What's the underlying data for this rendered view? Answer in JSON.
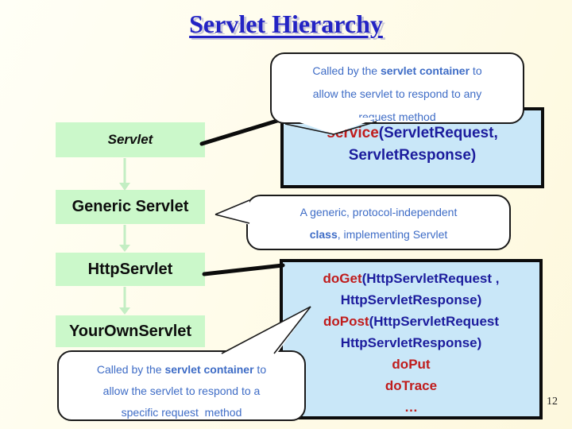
{
  "slide": {
    "title": "Servlet Hierarchy",
    "page_number": "12"
  },
  "hierarchy": {
    "boxes": [
      {
        "label": "Servlet"
      },
      {
        "label": "Generic Servlet"
      },
      {
        "label": "HttpServlet"
      },
      {
        "label": "YourOwnServlet"
      }
    ]
  },
  "code": {
    "service_lines": [
      {
        "red": "service",
        "blue": "(ServletRequest,"
      },
      {
        "red": "",
        "blue": "ServletResponse)"
      }
    ],
    "do_lines": [
      {
        "red": "doGet",
        "blue": "(HttpServletRequest ,"
      },
      {
        "red": "",
        "blue": "HttpServletResponse)"
      },
      {
        "red": "doPost",
        "blue": "(HttpServletRequest"
      },
      {
        "red": "",
        "blue": "HttpServletResponse)"
      },
      {
        "red": "doPut",
        "blue": ""
      },
      {
        "red": "doTrace",
        "blue": ""
      },
      {
        "red": "…",
        "blue": ""
      }
    ]
  },
  "callouts": {
    "top": {
      "l1a": "Called by the ",
      "l1b": "servlet container",
      "l1c": " to",
      "l2": "allow the servlet to respond to any",
      "l3": "request method"
    },
    "middle": {
      "l1": "A generic, protocol-independent",
      "l2b": "class",
      "l2c": ", implementing Servlet"
    },
    "bottom": {
      "l1a": "Called by the ",
      "l1b": "servlet container",
      "l1c": " to",
      "l2": "allow the servlet to respond to a",
      "l3": "specific request  method"
    }
  },
  "colors": {
    "background_cream": "#fdf8dd",
    "title_blue": "#2323c4",
    "callout_text_blue": "#3e6cc6",
    "code_navy": "#1c1c9d",
    "code_red": "#c01c1c",
    "class_box_green": "#cbf8ca",
    "code_box_blue": "#c9e7f8",
    "connector_black": "#0c0c0c"
  }
}
